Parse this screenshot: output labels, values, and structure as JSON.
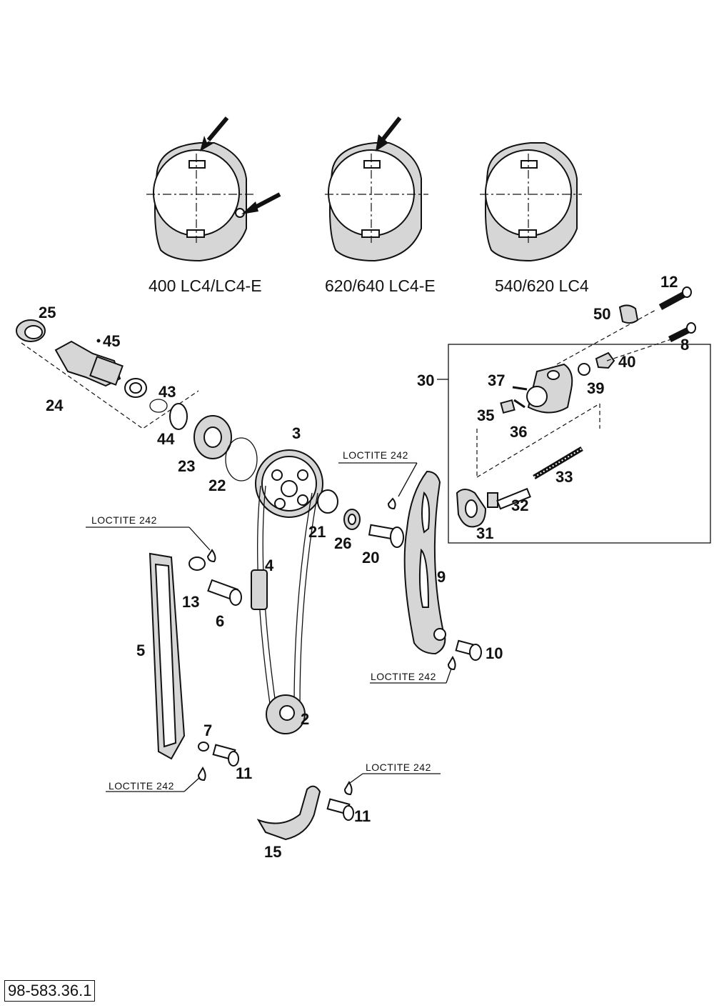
{
  "diagram_code": "98-583.36.1",
  "variants": [
    {
      "label": "400 LC4/LC4-E"
    },
    {
      "label": "620/640 LC4-E"
    },
    {
      "label": "540/620 LC4"
    }
  ],
  "loctite_label": "LOCTITE 242",
  "part_numbers": {
    "p2": "2",
    "p3": "3",
    "p4": "4",
    "p5": "5",
    "p6": "6",
    "p7": "7",
    "p8": "8",
    "p9": "9",
    "p10": "10",
    "p11a": "11",
    "p11b": "11",
    "p12": "12",
    "p13": "13",
    "p15": "15",
    "p20": "20",
    "p21": "21",
    "p22": "22",
    "p23": "23",
    "p24": "24",
    "p25": "25",
    "p26": "26",
    "p30": "30",
    "p31": "31",
    "p32": "32",
    "p33": "33",
    "p35": "35",
    "p36": "36",
    "p37": "37",
    "p39": "39",
    "p40": "40",
    "p43": "43",
    "p44": "44",
    "p45": "45",
    "p50": "50"
  }
}
